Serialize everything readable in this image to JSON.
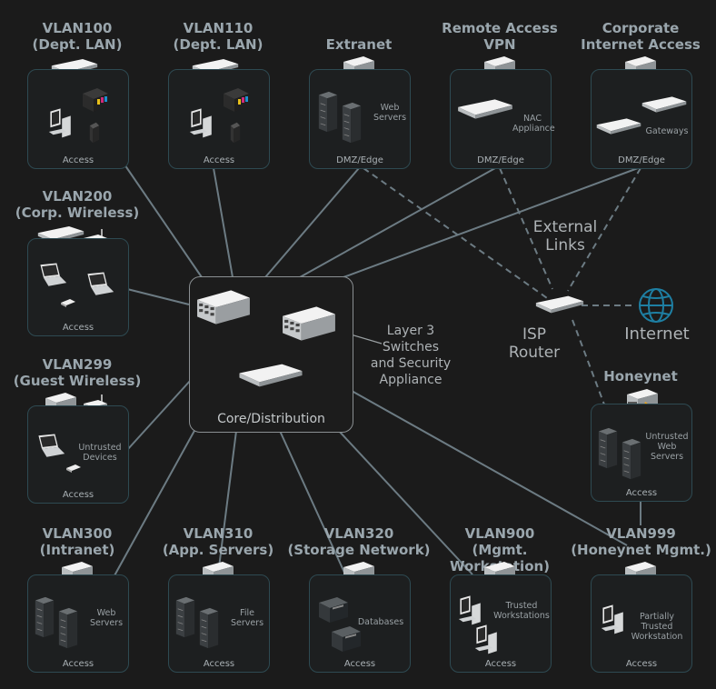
{
  "zones": [
    {
      "id": "vlan100",
      "title": [
        "VLAN100",
        "(Dept. LAN)"
      ],
      "footer": "Access",
      "notes": []
    },
    {
      "id": "vlan110",
      "title": [
        "VLAN110",
        "(Dept. LAN)"
      ],
      "footer": "Access",
      "notes": []
    },
    {
      "id": "extranet",
      "title": [
        "Extranet"
      ],
      "footer": "DMZ/Edge",
      "notes": [
        "Web",
        "Servers"
      ]
    },
    {
      "id": "ravpn",
      "title": [
        "Remote Access",
        "VPN"
      ],
      "footer": "DMZ/Edge",
      "notes": [
        "NAC",
        "Appliance"
      ]
    },
    {
      "id": "corpinet",
      "title": [
        "Corporate",
        "Internet Access"
      ],
      "footer": "DMZ/Edge",
      "notes": [
        "Gateways"
      ]
    },
    {
      "id": "vlan200",
      "title": [
        "VLAN200",
        "(Corp. Wireless)"
      ],
      "footer": "Access",
      "notes": []
    },
    {
      "id": "vlan299",
      "title": [
        "VLAN299",
        "(Guest Wireless)"
      ],
      "footer": "Access",
      "notes": [
        "Untrusted",
        "Devices"
      ]
    },
    {
      "id": "honeynet",
      "title": [
        "Honeynet"
      ],
      "footer": "Access",
      "notes": [
        "Untrusted",
        "Web",
        "Servers"
      ]
    },
    {
      "id": "vlan300",
      "title": [
        "VLAN300",
        "(Intranet)"
      ],
      "footer": "Access",
      "notes": [
        "Web",
        "Servers"
      ]
    },
    {
      "id": "vlan310",
      "title": [
        "VLAN310",
        "(App. Servers)"
      ],
      "footer": "Access",
      "notes": [
        "File",
        "Servers"
      ]
    },
    {
      "id": "vlan320",
      "title": [
        "VLAN320",
        "(Storage Network)"
      ],
      "footer": "Access",
      "notes": [
        "Databases"
      ]
    },
    {
      "id": "vlan900",
      "title": [
        "VLAN900",
        "(Mgmt. Workstation)"
      ],
      "footer": "Access",
      "notes": [
        "Trusted",
        "Workstations"
      ]
    },
    {
      "id": "vlan999",
      "title": [
        "VLAN999",
        "(Honeynet Mgmt.)"
      ],
      "footer": "Access",
      "notes": [
        "Partially",
        "Trusted",
        "Workstation"
      ]
    }
  ],
  "core": {
    "label": "Core/Distribution",
    "callout": [
      "Layer 3",
      "Switches",
      "and Security",
      "Appliance"
    ]
  },
  "isp": {
    "label": [
      "ISP",
      "Router"
    ]
  },
  "external": {
    "label": [
      "External",
      "Links"
    ]
  },
  "internet": {
    "label": "Internet"
  },
  "colors": {
    "wire": "#6c7b83",
    "zone_border": "#2e4a52",
    "globe": "#1e7fa3",
    "firewall": "#f2a516",
    "background": "#1b1b1b"
  }
}
